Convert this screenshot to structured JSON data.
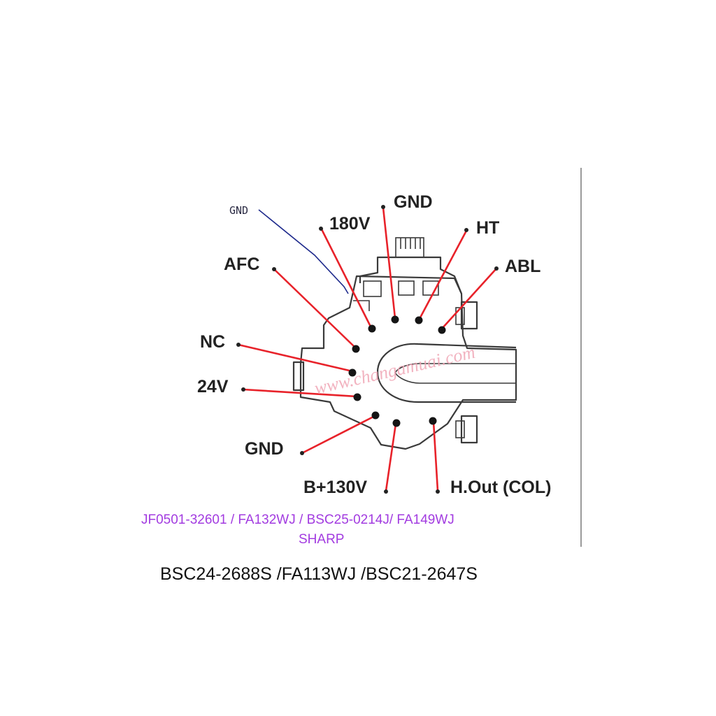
{
  "pins": {
    "gnd_wire": "GND",
    "v180": "180V",
    "gnd_top": "GND",
    "ht": "HT",
    "abl": "ABL",
    "afc": "AFC",
    "nc": "NC",
    "v24": "24V",
    "gnd_bottom": "GND",
    "b130": "B+130V",
    "hout": "H.Out (COL)"
  },
  "models": {
    "line1": "JF0501-32601 / FA132WJ  / BSC25-0214J/ FA149WJ",
    "line2": "SHARP",
    "line3": "BSC24-2688S /FA113WJ /BSC21-2647S"
  },
  "watermark": "www.changamuai.com",
  "colors": {
    "leader": "#e8222a",
    "outline": "#3a3a3a",
    "model_purple": "#a23be0",
    "wire": "#1e2a8c"
  }
}
